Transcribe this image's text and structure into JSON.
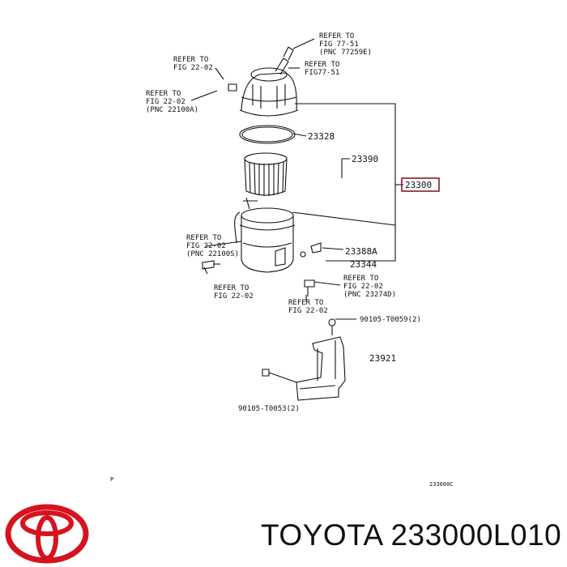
{
  "callouts": {
    "refer_77_51_pnc": {
      "l1": "REFER TO",
      "l2": "FIG 77-51",
      "l3": "(PNC 77259E)"
    },
    "refer_77_51": {
      "l1": "REFER TO",
      "l2": "FIG77-51"
    },
    "refer_22_02_a": {
      "l1": "REFER TO",
      "l2": "FIG 22-02"
    },
    "refer_22_02_b": {
      "l1": "REFER TO",
      "l2": "FIG 22-02",
      "l3": "(PNC 22100A)"
    },
    "refer_22_02_c": {
      "l1": "REFER TO",
      "l2": "FIG 22-02",
      "l3": "(PNC 22100S)"
    },
    "refer_22_02_d": {
      "l1": "REFER TO",
      "l2": "FIG 22-02"
    },
    "refer_22_02_e": {
      "l1": "REFER TO",
      "l2": "FIG 22-02",
      "l3": "(PNC 23274D)"
    },
    "refer_22_02_f": {
      "l1": "REFER TO",
      "l2": "FIG 22-02"
    }
  },
  "parts": {
    "p23328": "23328",
    "p23390": "23390",
    "p23300": "23300",
    "p23388a": "23388A",
    "p23344": "23344",
    "p90105_top": "90105-T0059(2)",
    "p23921": "23921",
    "p90105_bottom": "90105-T0053(2)"
  },
  "marks": {
    "p_mark": "P",
    "drawing_code": "233000C"
  },
  "footer": {
    "brand_line": "TOYOTA 233000L010"
  },
  "colors": {
    "highlight_box": "#8b1a2b",
    "logo_red": "#d7121f"
  },
  "logo": {
    "icon": "toyota-logo-icon"
  }
}
